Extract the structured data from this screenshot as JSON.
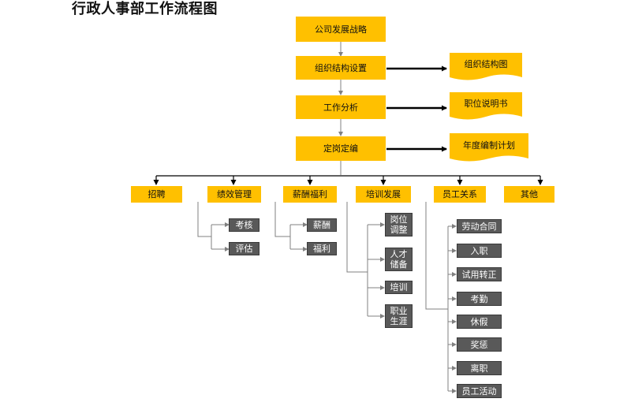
{
  "title": "行政人事部工作流程图",
  "colors": {
    "main_box": "#FFC000",
    "sub_box": "#595959",
    "line": "#000000",
    "thin_line": "#808080"
  },
  "main_flow": [
    "公司发展战略",
    "组织结构设置",
    "工作分析",
    "定岗定编"
  ],
  "outputs": [
    "组织结构图",
    "职位说明书",
    "年度编制计划"
  ],
  "branches": [
    "招聘",
    "绩效管理",
    "薪酬福利",
    "培训发展",
    "员工关系",
    "其他"
  ],
  "performance_items": [
    "考核",
    "评估"
  ],
  "compensation_items": [
    "薪酬",
    "福利"
  ],
  "training_items": [
    "岗位\n调整",
    "人才\n储备",
    "培训",
    "职业\n生涯"
  ],
  "employee_relations_items": [
    "劳动合同",
    "入职",
    "试用转正",
    "考勤",
    "休假",
    "奖惩",
    "离职",
    "员工活动"
  ]
}
